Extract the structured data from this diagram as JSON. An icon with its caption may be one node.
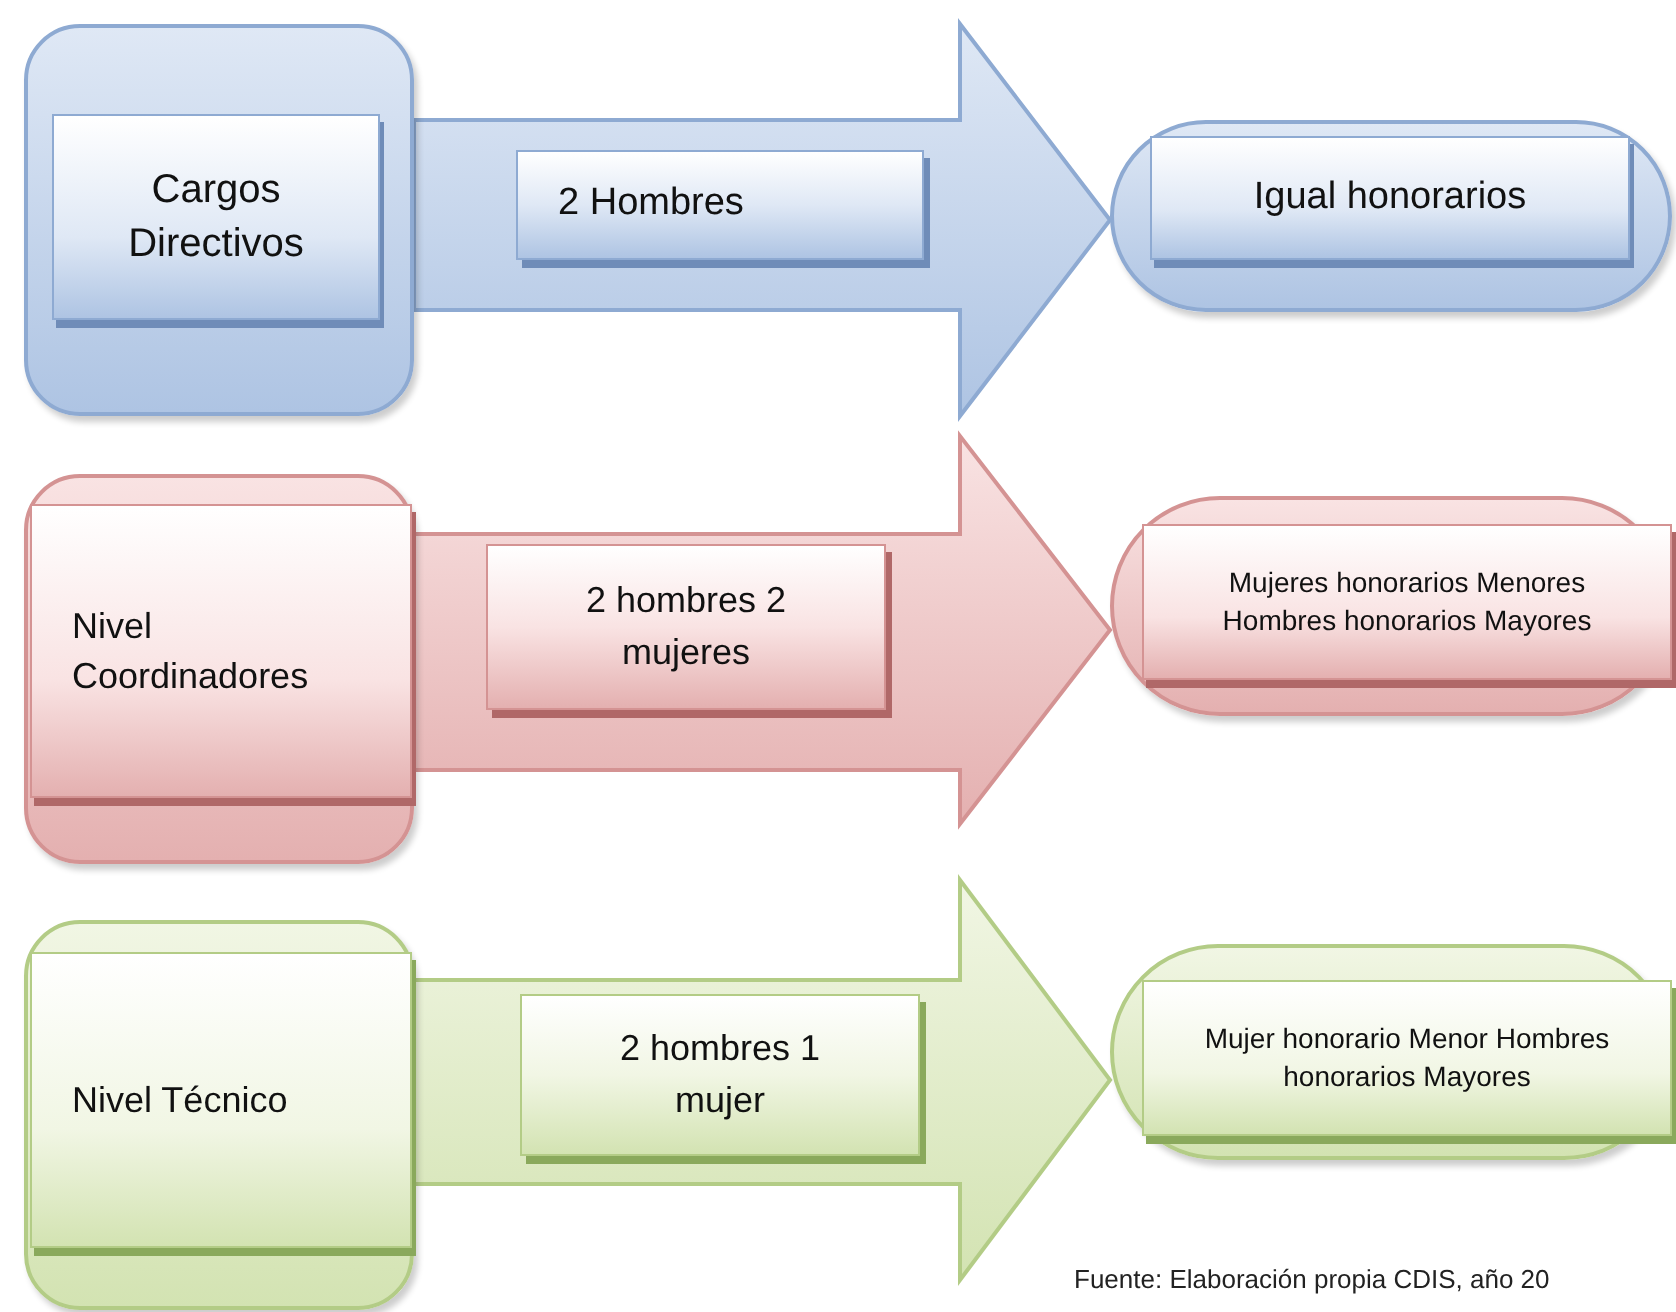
{
  "diagram": {
    "nodes": [
      {
        "text": [],
        "shape": "box"
      },
      {
        "text": [
          "Cargos Directivos"
        ],
        "in": 0
      },
      {
        "text": [],
        "shape": "pill"
      },
      {
        "text": [
          "Igual honorarios"
        ],
        "in": 2
      },
      {
        "text": [],
        "shape": "box"
      },
      {
        "text": [
          "Nivel Coordinadores"
        ],
        "in": 4
      },
      {
        "text": [],
        "shape": "pill"
      },
      {
        "text": [
          "Mujeres honorarios Menores Hombres honorarios Mayores"
        ],
        "in": 6
      },
      {
        "text": [],
        "shape": "box"
      },
      {
        "text": [
          "Nivel Técnico"
        ],
        "in": 8
      },
      {
        "text": [],
        "shape": "pill"
      },
      {
        "text": [
          "Mujer honorario Menor Hombres honorarios Mayores"
        ],
        "in": 10
      }
    ],
    "edges": [
      {
        "from": 0,
        "to": 2,
        "arrow": "to",
        "label": "2 Hombres"
      },
      {
        "from": 4,
        "to": 6,
        "arrow": "to",
        "label": "2 hombres 2 mujeres"
      },
      {
        "from": 8,
        "to": 10,
        "arrow": "to",
        "label": "2 hombres 1 mujer"
      }
    ],
    "caption": "Fuente: Elaboración propia CDIS, año 20"
  }
}
